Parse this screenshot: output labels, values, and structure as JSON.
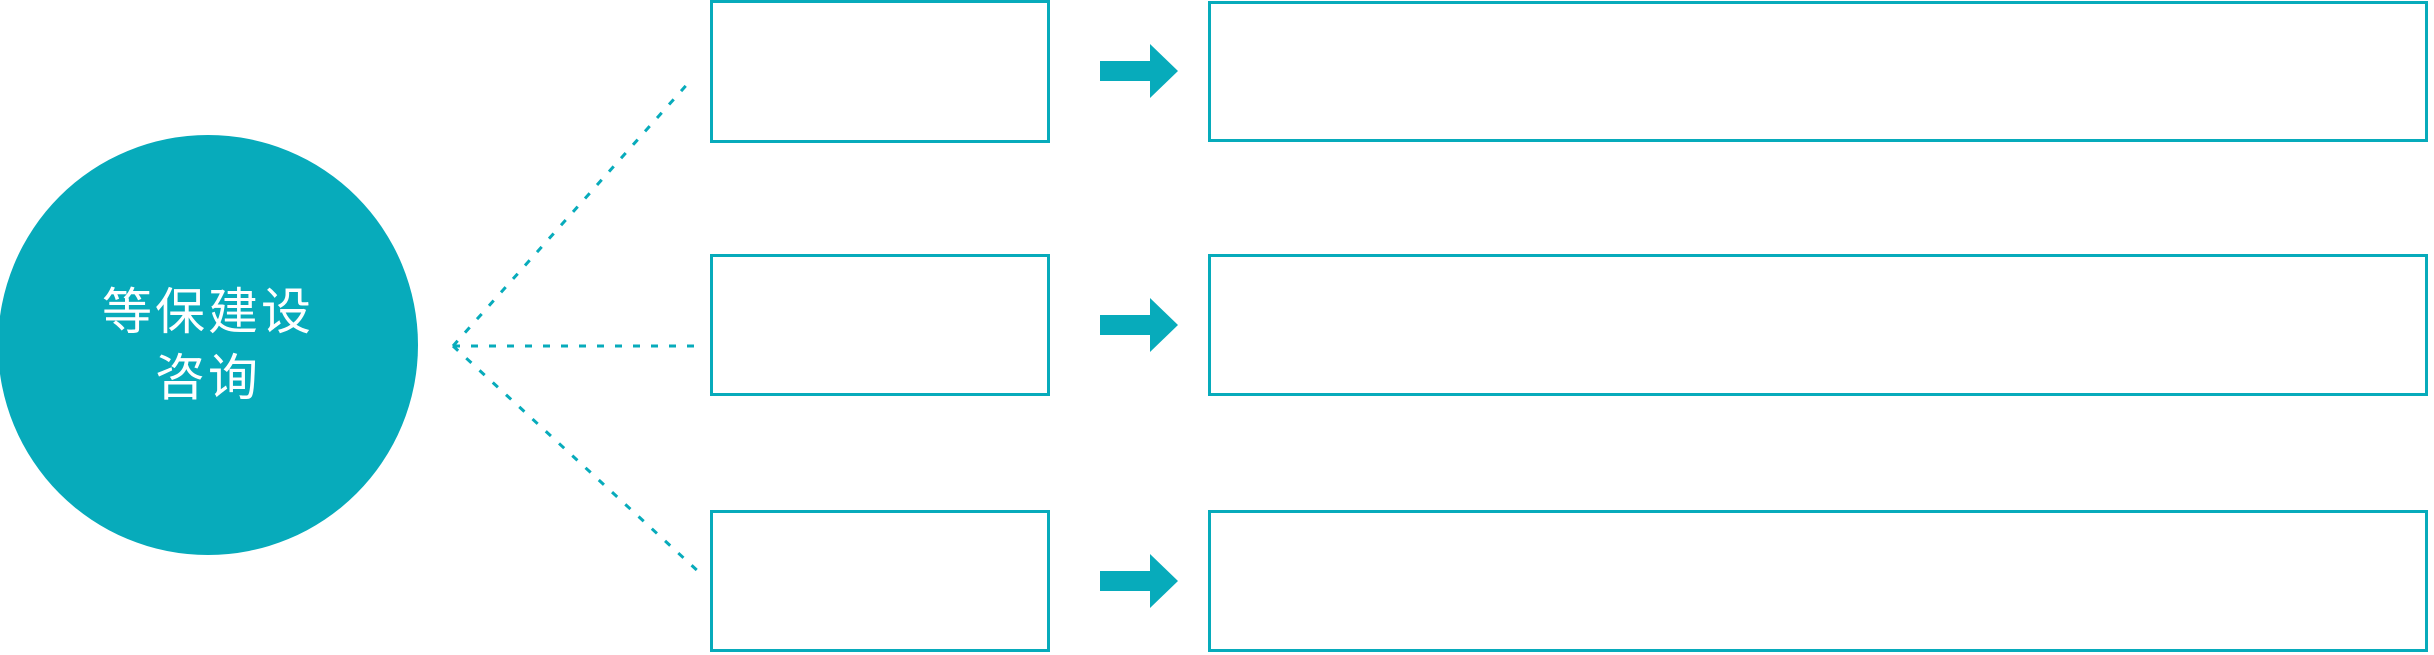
{
  "theme": {
    "accent": "#07ABBB",
    "box_border": "#07ABBB",
    "hub_text": "#FFFFFF",
    "background": "#FFFFFF"
  },
  "hub": {
    "name": "等保建设咨询",
    "line1": "等保建设",
    "line2": "咨询"
  },
  "connector": {
    "style": "dotted",
    "color": "#07ABBB",
    "icon": "fan-connector-icon"
  },
  "rows": [
    {
      "index": 1,
      "stage_label": "",
      "detail_label": "",
      "arrow_icon": "arrow-right-icon"
    },
    {
      "index": 2,
      "stage_label": "",
      "detail_label": "",
      "arrow_icon": "arrow-right-icon"
    },
    {
      "index": 3,
      "stage_label": "",
      "detail_label": "",
      "arrow_icon": "arrow-right-icon"
    }
  ]
}
